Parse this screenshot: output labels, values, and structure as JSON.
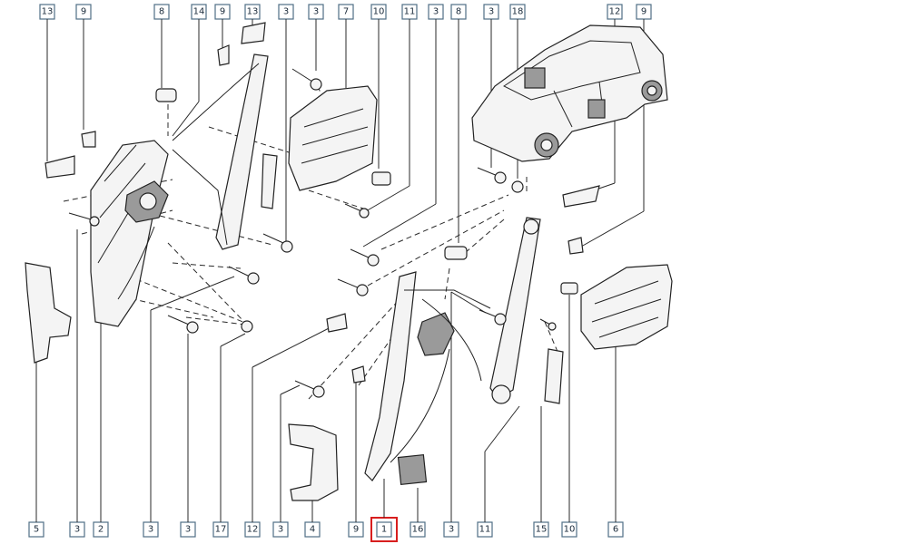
{
  "diagram": {
    "top_callouts": [
      "13",
      "9",
      "8",
      "14",
      "9",
      "13",
      "3",
      "3",
      "7",
      "10",
      "11",
      "3",
      "8",
      "3",
      "18",
      "12",
      "9"
    ],
    "bottom_callouts": [
      "5",
      "3",
      "2",
      "3",
      "3",
      "17",
      "12",
      "3",
      "4",
      "9",
      "1",
      "16",
      "3",
      "11",
      "15",
      "10",
      "6"
    ],
    "selected_callout": "1"
  }
}
